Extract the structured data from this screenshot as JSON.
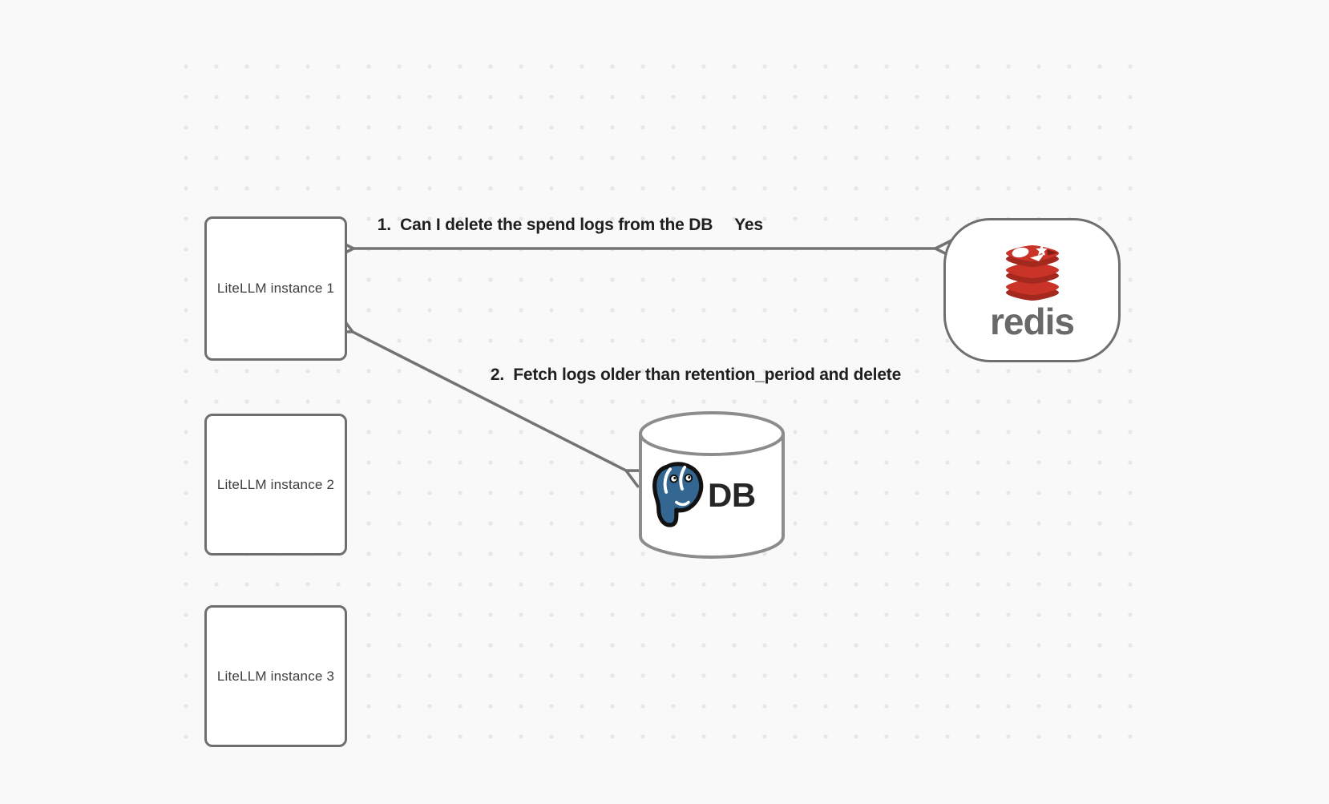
{
  "nodes": {
    "instance1": {
      "label": "LiteLLM instance 1"
    },
    "instance2": {
      "label": "LiteLLM instance 2"
    },
    "instance3": {
      "label": "LiteLLM instance 3"
    },
    "redis": {
      "label": "redis"
    },
    "db": {
      "label": "DB"
    }
  },
  "edges": {
    "edge1": {
      "label": "1.  Can I delete the spend logs from the DB",
      "response": "Yes"
    },
    "edge2": {
      "label": "2.  Fetch logs older than retention_period and delete"
    }
  },
  "icons": {
    "redis_logo": "redis-logo-icon",
    "postgres_logo": "postgresql-logo-icon"
  },
  "colors": {
    "background": "#f9f9f9",
    "grid_dot": "#e7e7e7",
    "node_stroke": "#6f6f6f",
    "node_fill": "#ffffff",
    "arrow": "#737373",
    "edge_label_text": "#1f1f1f",
    "node_label_text": "#3d3d3d",
    "cylinder_stroke": "#8c8c8c",
    "redis_red": "#ca3327",
    "redis_dark_red": "#a3281e",
    "redis_wordmark_gray": "#696969",
    "postgres_blue": "#336791",
    "db_text": "#262626"
  }
}
